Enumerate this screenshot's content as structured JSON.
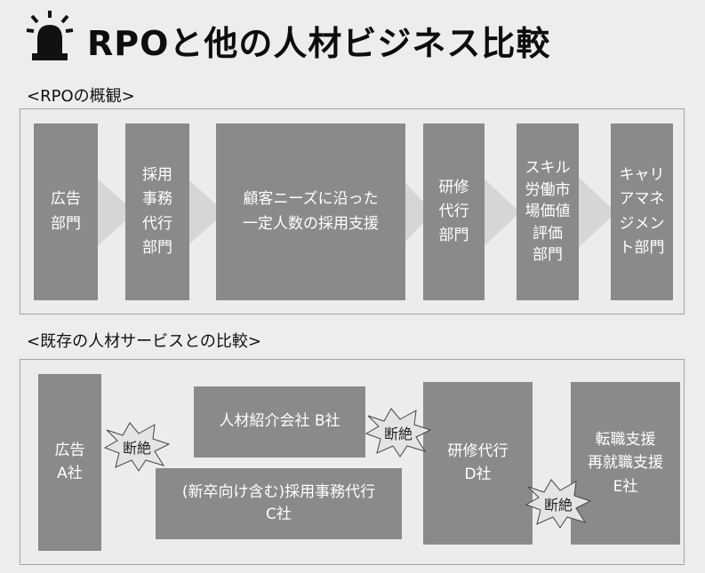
{
  "header": {
    "title": "RPOと他の人材ビジネス比較"
  },
  "overview": {
    "label": "<RPOの概観>",
    "boxes": [
      "広告\n部門",
      "採用\n事務\n代行\n部門",
      "顧客ニーズに沿った\n一定人数の採用支援",
      "研修\n代行\n部門",
      "スキル\n労働市\n場価値\n評価\n部門",
      "キャリ\nアマネ\nジメン\nト部門"
    ]
  },
  "comparison": {
    "label": "<既存の人材サービスとの比較>",
    "boxes": {
      "a": "広告\nA社",
      "b": "人材紹介会社 B社",
      "c": "(新卒向け含む)採用事務代行\nC社",
      "d": "研修代行\nD社",
      "e": "転職支援\n再就職支援\nE社"
    },
    "breaks": [
      "断絶",
      "断絶",
      "断絶"
    ]
  }
}
